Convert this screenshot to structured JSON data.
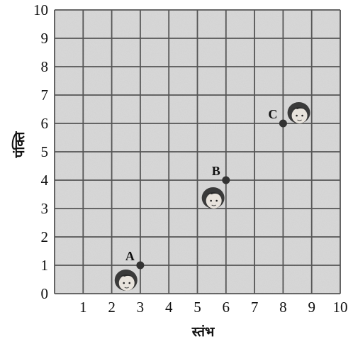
{
  "chart_data": {
    "type": "scatter",
    "xlabel": "स्तंभ",
    "ylabel": "पंक्ति",
    "xlim": [
      0,
      10
    ],
    "ylim": [
      0,
      10
    ],
    "x_ticks": [
      "1",
      "2",
      "3",
      "4",
      "5",
      "6",
      "7",
      "8",
      "9",
      "10"
    ],
    "y_ticks": [
      "0",
      "1",
      "2",
      "3",
      "4",
      "5",
      "6",
      "7",
      "8",
      "9",
      "10"
    ],
    "grid": true,
    "points": [
      {
        "label": "A",
        "x": 3,
        "y": 1
      },
      {
        "label": "B",
        "x": 6,
        "y": 4
      },
      {
        "label": "C",
        "x": 8,
        "y": 6
      }
    ],
    "colors": {
      "background": "#d9d9d9",
      "grid": "#555555",
      "point": "#333333"
    },
    "icons": [
      "child-face-icon",
      "child-face-icon",
      "child-face-icon"
    ]
  }
}
